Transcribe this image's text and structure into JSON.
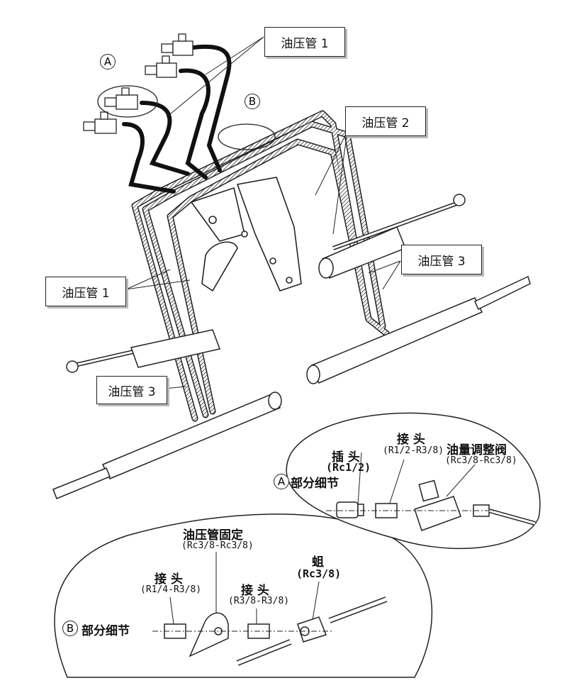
{
  "labels": {
    "pipe1_top": "油压管 1",
    "pipe2": "油压管 2",
    "pipe3_right": "油压管 3",
    "pipe1_left": "油压管 1",
    "pipe3_left": "油压管 3"
  },
  "markers": {
    "a": "A",
    "b": "B"
  },
  "detail_a": {
    "title": "部分细节",
    "plug_name": "插 头",
    "plug_spec": "(Rc1/2)",
    "joint_name": "接 头",
    "joint_spec": "(R1/2-R3/8)",
    "valve_name": "油量调整阀",
    "valve_spec": "(Rc3/8-Rc3/8)"
  },
  "detail_b": {
    "title": "部分细节",
    "fix_name": "油压管固定",
    "fix_spec": "(Rc3/8-Rc3/8)",
    "joint1_name": "接 头",
    "joint1_spec": "(R1/4-R3/8)",
    "joint2_name": "接 头",
    "joint2_spec": "(R3/8-R3/8)",
    "nut_name": "蛆",
    "nut_spec": "(Rc3/8)"
  }
}
